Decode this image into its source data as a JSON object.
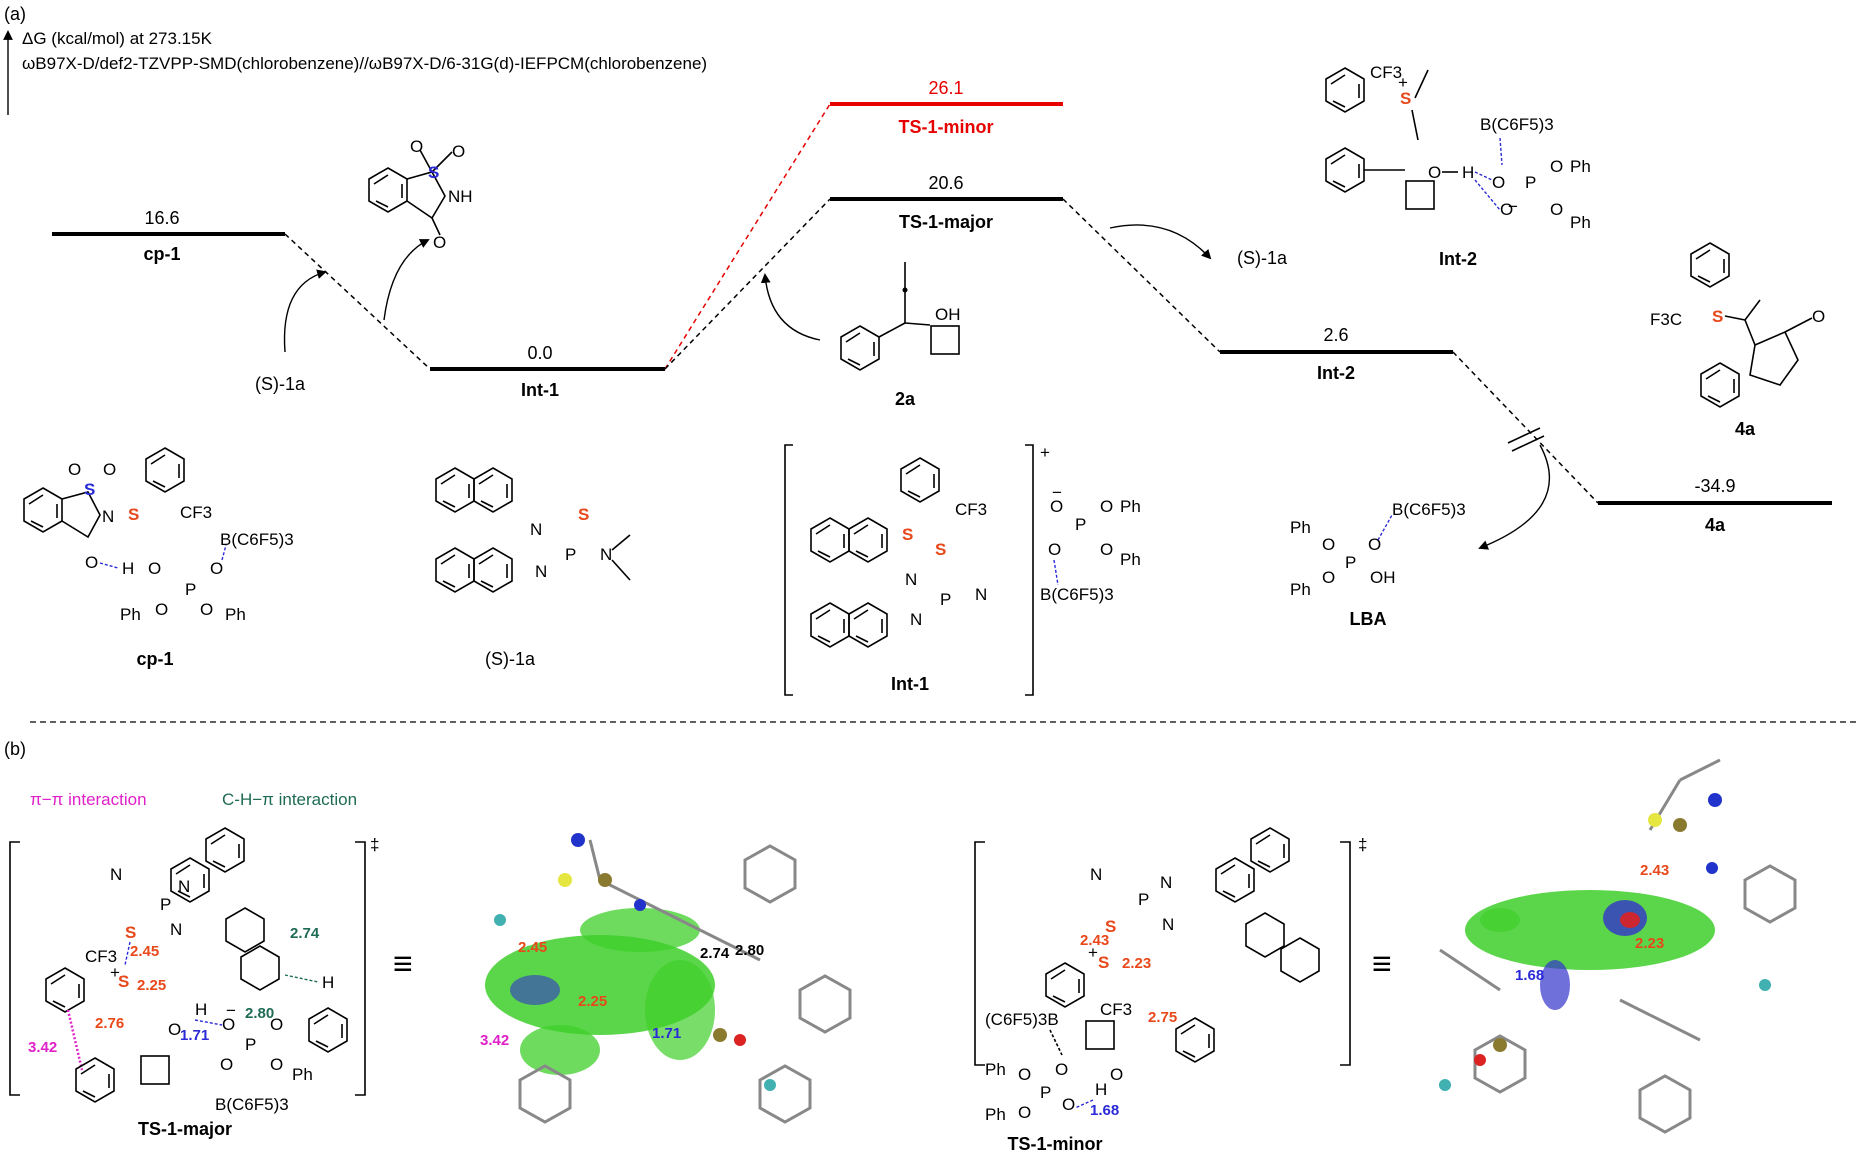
{
  "panel_a": {
    "label": "(a)",
    "axis_title": "ΔG (kcal/mol) at 273.15K",
    "method": "ωB97X-D/def2-TZVPP-SMD(chlorobenzene)//ωB97X-D/6-31G(d)-IEFPCM(chlorobenzene)",
    "levels": [
      {
        "name": "cp-1",
        "energy": "16.6"
      },
      {
        "name": "Int-1",
        "energy": "0.0"
      },
      {
        "name": "TS-1-minor",
        "energy": "26.1"
      },
      {
        "name": "TS-1-major",
        "energy": "20.6"
      },
      {
        "name": "Int-2",
        "energy": "2.6"
      },
      {
        "name": "4a",
        "energy": "-34.9"
      }
    ],
    "reagent_S1a_left": "(S)-1a",
    "reagent_S1a_right": "(S)-1a",
    "compound_2a": "2a",
    "structure_labels": {
      "cp1": "cp-1",
      "s1a": "(S)-1a",
      "int1": "Int-1",
      "lba": "LBA",
      "int2": "Int-2",
      "a4": "4a"
    },
    "atoms": {
      "cf3": "CF3",
      "f3c": "F3C",
      "bcf": "B(C6F5)3",
      "cfb": "(C6F5)3B",
      "ph": "Ph",
      "s": "S",
      "n": "N",
      "p": "P",
      "o": "O",
      "nh": "NH",
      "oh": "OH",
      "h": "H",
      "plus": "+",
      "minus": "−",
      "dagger": "‡"
    }
  },
  "panel_b": {
    "label": "(b)",
    "pi_pi": "π−π interaction",
    "ch_pi": "C-H−π interaction",
    "ts_major": "TS-1-major",
    "ts_minor": "TS-1-minor",
    "equiv": "≡",
    "major_distances": [
      "2.45",
      "2.25",
      "2.76",
      "1.71",
      "2.74",
      "2.80",
      "3.42"
    ],
    "minor_distances": [
      "2.43",
      "2.23",
      "2.75",
      "1.68"
    ],
    "nci_major_distances": [
      "2.45",
      "2.25",
      "2.74",
      "2.80",
      "1.71",
      "3.42"
    ],
    "nci_minor_distances": [
      "2.43",
      "1.68",
      "2.23"
    ]
  },
  "colors": {
    "minor_path": "#e60000",
    "sulfur": "#e8481a",
    "hbond": "#2a2ad8",
    "pipi": "#e020c8",
    "chpi": "#1f6b55",
    "nci_green": "#3ecf2a"
  }
}
